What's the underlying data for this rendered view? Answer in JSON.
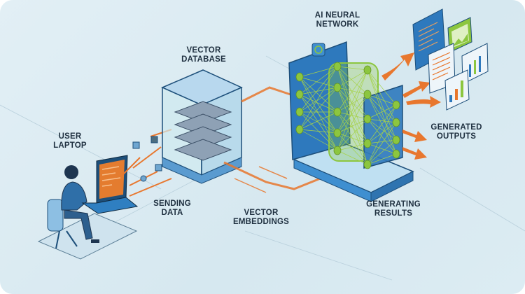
{
  "labels": {
    "user_laptop": [
      "USER",
      "LAPTOP"
    ],
    "sending_data": [
      "SENDING",
      "DATA"
    ],
    "vector_database": [
      "VECTOR",
      "DATABASE"
    ],
    "vector_embeddings": [
      "VECTOR",
      "EMBEDDINGS"
    ],
    "ai_neural_network": [
      "AI NEURAL",
      "NETWORK"
    ],
    "generating_results": [
      "GENERATING",
      "RESULTS"
    ],
    "generated_outputs": [
      "GENERATED",
      "OUTPUTS"
    ]
  },
  "colors": {
    "background": "#d9eaf2",
    "primary_blue": "#2f7fc1",
    "dark_blue": "#1d4f7a",
    "accent_orange": "#e8772e",
    "neural_green": "#8cc63f"
  },
  "icons": [
    "user-icon",
    "laptop-icon",
    "database-icon",
    "brain-icon",
    "document-icon",
    "image-icon",
    "bar-chart-icon"
  ]
}
